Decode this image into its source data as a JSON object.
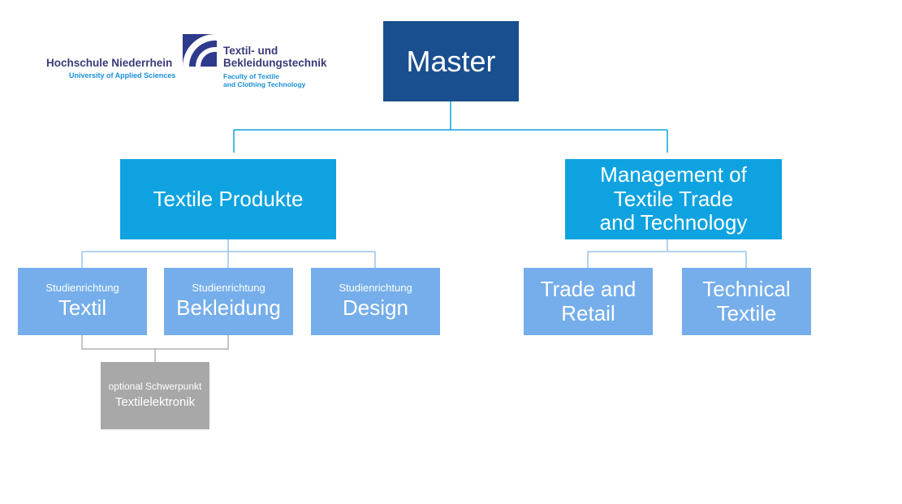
{
  "logo": {
    "university_name": "Hochschule Niederrhein",
    "university_subtitle": "University of Applied Sciences",
    "faculty_line1": "Textil- und",
    "faculty_line2": "Bekleidungstechnik",
    "faculty_sub_line1": "Faculty of Textile",
    "faculty_sub_line2": "and Clothing Technology"
  },
  "root": {
    "label": "Master"
  },
  "branches": {
    "textile_produkte": {
      "label": "Textile Produkte",
      "children": [
        {
          "small": "Studienrichtung",
          "label": "Textil"
        },
        {
          "small": "Studienrichtung",
          "label": "Bekleidung"
        },
        {
          "small": "Studienrichtung",
          "label": "Design"
        }
      ],
      "option": {
        "small": "optional Schwerpunkt",
        "label": "Textilelektronik"
      }
    },
    "management": {
      "label_line1": "Management of",
      "label_line2": "Textile Trade",
      "label_line3": "and Technology",
      "children": [
        {
          "line1": "Trade and",
          "line2": "Retail"
        },
        {
          "line1": "Technical",
          "line2": "Textile"
        }
      ]
    }
  },
  "colors": {
    "master": "#1a4f8f",
    "level1": "#0ea3e0",
    "level2": "#75aeea",
    "optional": "#a8a8a8",
    "connector_blue": "#0ea3e0",
    "connector_light": "#9cc3ec",
    "connector_grey": "#b0b0b0"
  }
}
